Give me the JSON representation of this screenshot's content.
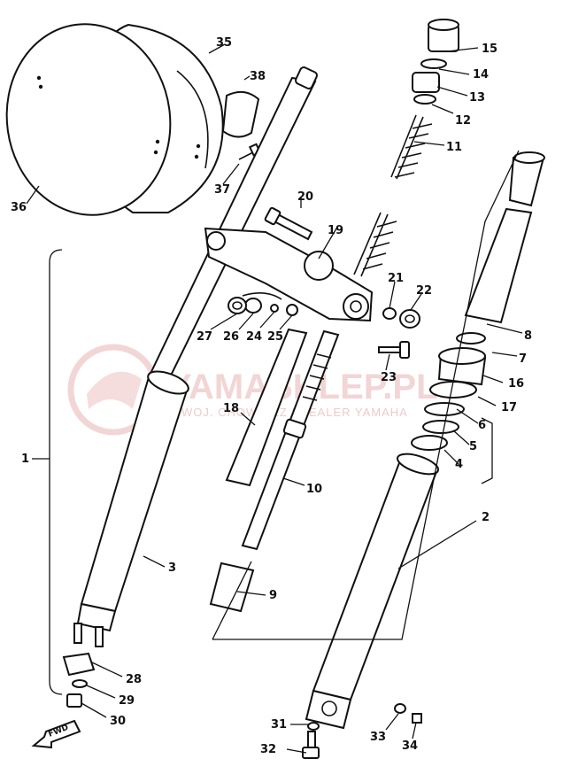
{
  "watermark": {
    "brand": "YAMASKLEP.PL",
    "tagline": "WOJ. CHOWNIEZ | DEALER YAMAHA"
  },
  "fwd_label": "FWD",
  "callouts": {
    "p1": "1",
    "p2": "2",
    "p3": "3",
    "p4": "4",
    "p5": "5",
    "p6": "6",
    "p7": "7",
    "p8": "8",
    "p9": "9",
    "p10": "10",
    "p11": "11",
    "p12": "12",
    "p13": "13",
    "p14": "14",
    "p15": "15",
    "p16": "16",
    "p17": "17",
    "p18": "18",
    "p19": "19",
    "p20": "20",
    "p21": "21",
    "p22": "22",
    "p23": "23",
    "p24": "24",
    "p25": "25",
    "p26": "26",
    "p27": "27",
    "p28": "28",
    "p29": "29",
    "p30": "30",
    "p31": "31",
    "p32": "32",
    "p33": "33",
    "p34": "34",
    "p35": "35",
    "p36": "36",
    "p37": "37",
    "p38": "38"
  },
  "colors": {
    "ink": "#111111",
    "watermark": "#e8b4b4"
  }
}
